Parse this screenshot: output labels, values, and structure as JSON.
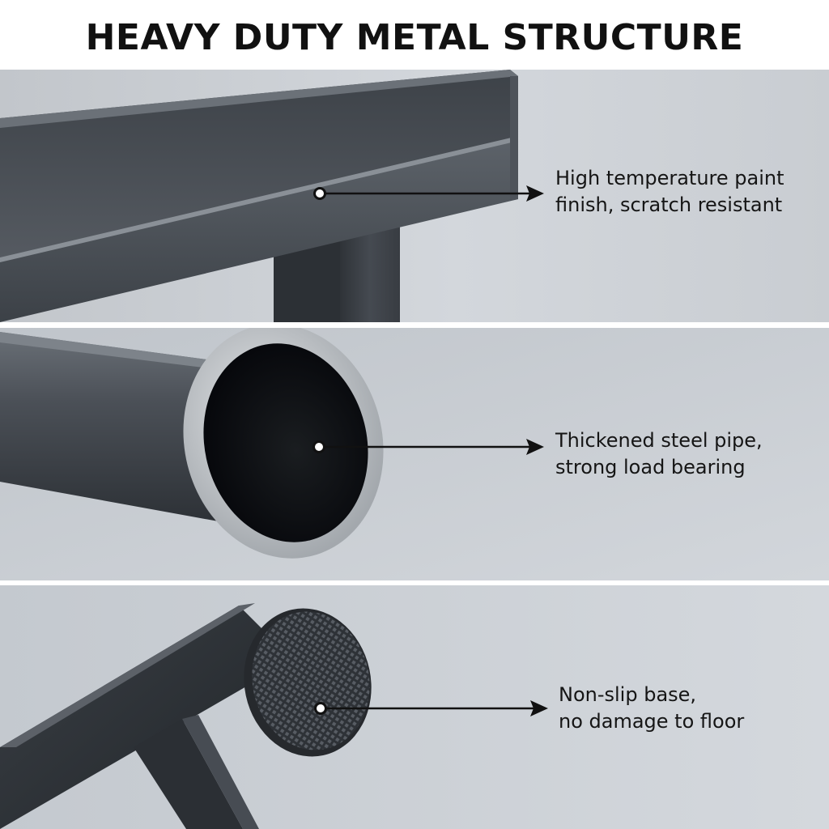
{
  "title": "HEAVY DUTY METAL STRUCTURE",
  "features": [
    {
      "line1": "High temperature paint",
      "line2": "finish, scratch resistant",
      "icon": "paint-finish-callout"
    },
    {
      "line1": "Thickened steel pipe,",
      "line2": "strong load bearing",
      "icon": "steel-pipe-callout"
    },
    {
      "line1": "Non-slip base,",
      "line2": "no damage to floor",
      "icon": "non-slip-base-callout"
    }
  ],
  "colors": {
    "background": "#cdd1d6",
    "metal": "#4a4f56",
    "text": "#151515",
    "callout": "#111111"
  }
}
